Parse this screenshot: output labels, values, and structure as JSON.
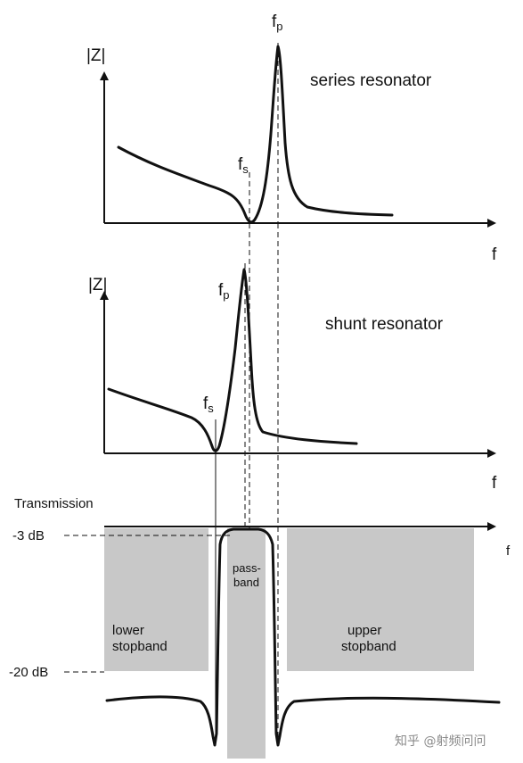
{
  "series_panel": {
    "y_label": "|Z|",
    "x_label": "f",
    "title": "series resonator",
    "fs_label": "f",
    "fs_sub": "s",
    "fp_label": "f",
    "fp_sub": "p"
  },
  "shunt_panel": {
    "y_label": "|Z|",
    "x_label": "f",
    "title": "shunt resonator",
    "fs_label": "f",
    "fs_sub": "s",
    "fp_label": "f",
    "fp_sub": "p"
  },
  "transmission_panel": {
    "y_label": "Transmission",
    "x_label": "f",
    "level_3db": "-3 dB",
    "level_20db": "-20 dB",
    "passband_line1": "pass-",
    "passband_line2": "band",
    "lower_line1": "lower",
    "lower_line2": "stopband",
    "upper_line1": "upper",
    "upper_line2": "stopband"
  },
  "watermark": "知乎 @射频问问",
  "colors": {
    "stopband_fill": "#c8c8c8",
    "line": "#111111"
  }
}
